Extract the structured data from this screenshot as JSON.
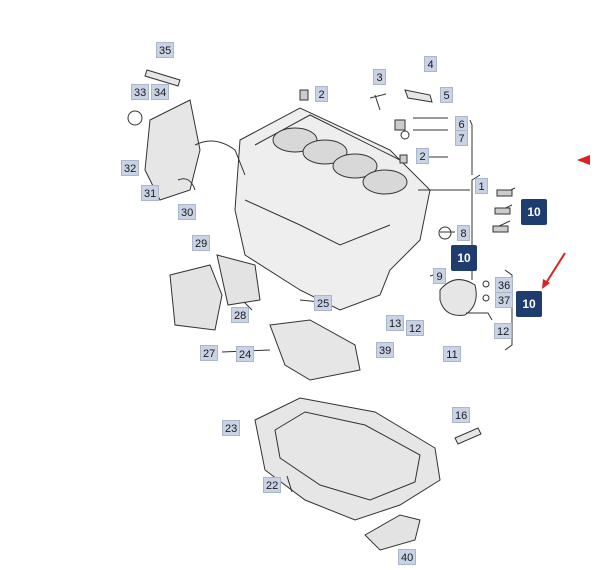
{
  "callouts": {
    "c35": "35",
    "c34": "34",
    "c33": "33",
    "c32": "32",
    "c31": "31",
    "c30": "30",
    "c3": "3",
    "c4": "4",
    "c5": "5",
    "c2a": "2",
    "c2b": "2",
    "c6": "6",
    "c7": "7",
    "c1": "1",
    "c8": "8",
    "c9": "9",
    "c29": "29",
    "c28": "28",
    "c27": "27",
    "c25": "25",
    "c24": "24",
    "c13": "13",
    "c12a": "12",
    "c12b": "12",
    "c11": "11",
    "c39": "39",
    "c36": "36",
    "c37": "37",
    "c23": "23",
    "c22": "22",
    "c16": "16",
    "c40": "40"
  },
  "badges": {
    "b1": "10",
    "b2": "10",
    "b3": "10"
  },
  "colors": {
    "accent": "#1f3c6e",
    "label_bg": "#c9d3e6",
    "marker": "#e02020"
  }
}
